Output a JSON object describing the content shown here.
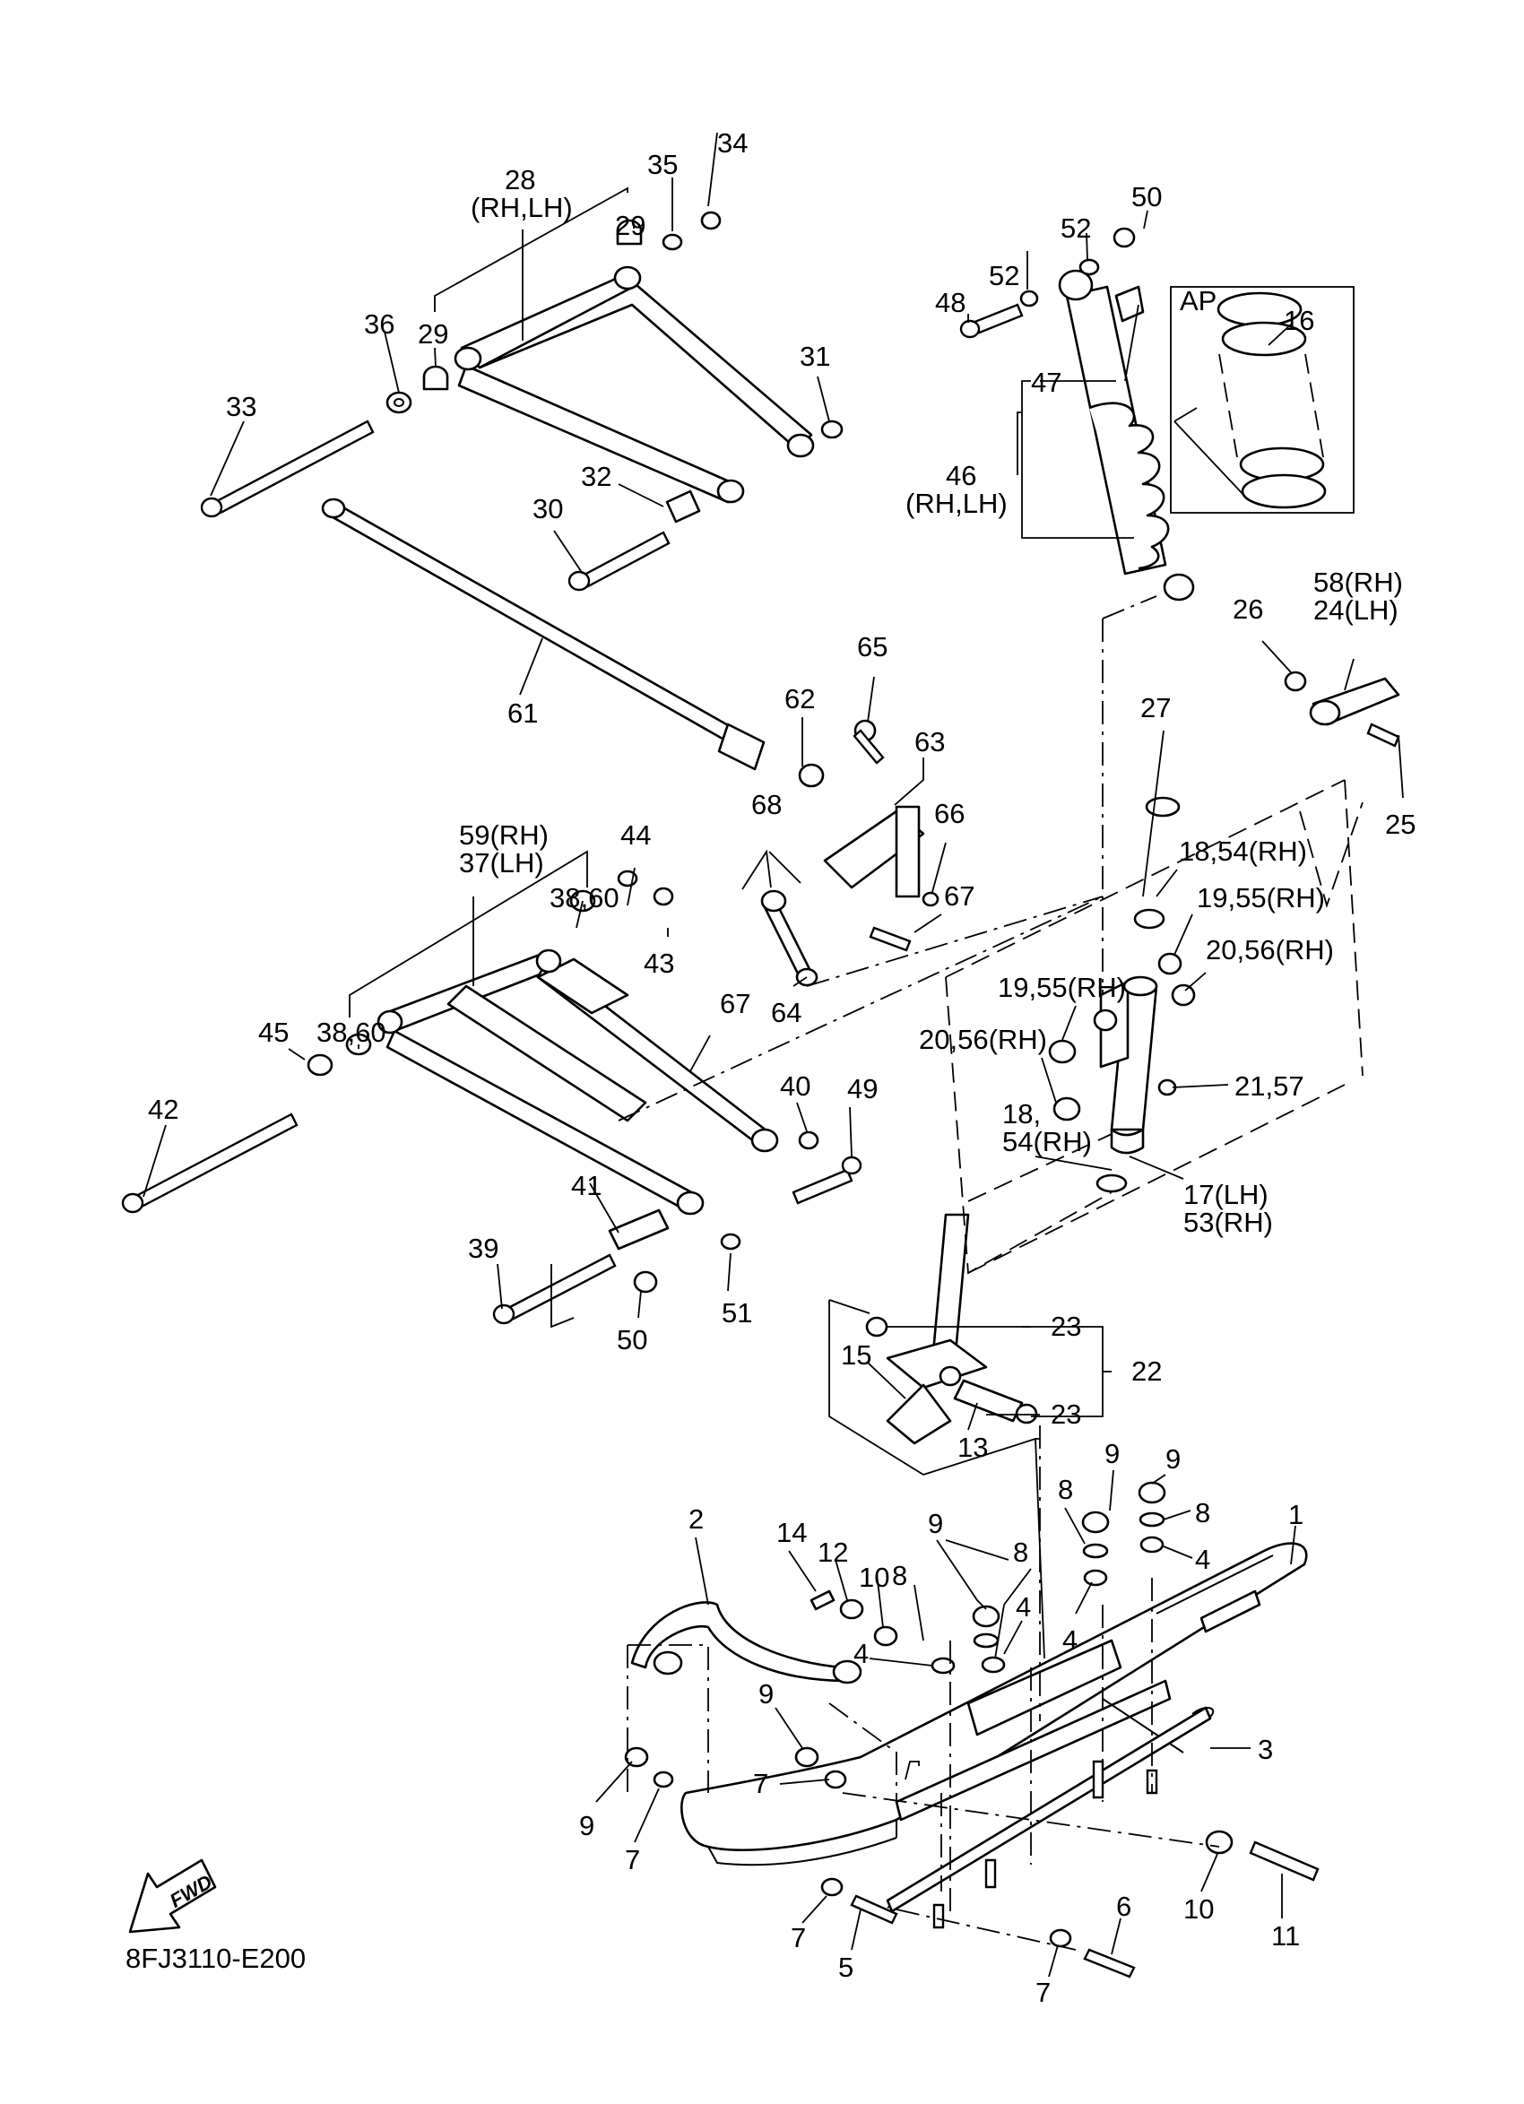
{
  "diagram": {
    "catalog_code": "8FJ3110-E200",
    "fwd_badge": "FWD",
    "inset_label": "AP",
    "callouts": [
      {
        "id": "c34",
        "text": "34"
      },
      {
        "id": "c35",
        "text": "35"
      },
      {
        "id": "c28",
        "text": "28"
      },
      {
        "id": "c28s",
        "text": "(RH,LH)"
      },
      {
        "id": "c29a",
        "text": "29"
      },
      {
        "id": "c36",
        "text": "36"
      },
      {
        "id": "c29b",
        "text": "29"
      },
      {
        "id": "c31",
        "text": "31"
      },
      {
        "id": "c33",
        "text": "33"
      },
      {
        "id": "c32",
        "text": "32"
      },
      {
        "id": "c30",
        "text": "30"
      },
      {
        "id": "c61",
        "text": "61"
      },
      {
        "id": "c50a",
        "text": "50"
      },
      {
        "id": "c52a",
        "text": "52"
      },
      {
        "id": "c52b",
        "text": "52"
      },
      {
        "id": "c48",
        "text": "48"
      },
      {
        "id": "c47",
        "text": "47"
      },
      {
        "id": "c16",
        "text": "16"
      },
      {
        "id": "c46",
        "text": "46"
      },
      {
        "id": "c46s",
        "text": "(RH,LH)"
      },
      {
        "id": "c26",
        "text": "26"
      },
      {
        "id": "c58",
        "text": "58(RH)"
      },
      {
        "id": "c24",
        "text": "24(LH)"
      },
      {
        "id": "c25",
        "text": "25"
      },
      {
        "id": "c27",
        "text": "27"
      },
      {
        "id": "c65",
        "text": "65"
      },
      {
        "id": "c62",
        "text": "62"
      },
      {
        "id": "c63",
        "text": "63"
      },
      {
        "id": "c68",
        "text": "68"
      },
      {
        "id": "c66",
        "text": "66"
      },
      {
        "id": "c67a",
        "text": "67"
      },
      {
        "id": "c64",
        "text": "64"
      },
      {
        "id": "c59",
        "text": "59(RH)"
      },
      {
        "id": "c37",
        "text": "37(LH)"
      },
      {
        "id": "c44",
        "text": "44"
      },
      {
        "id": "c38a",
        "text": "38,60"
      },
      {
        "id": "c43",
        "text": "43"
      },
      {
        "id": "c18a",
        "text": "18,54(RH)"
      },
      {
        "id": "c19a",
        "text": "19,55(RH)"
      },
      {
        "id": "c19b",
        "text": "19,55(RH)"
      },
      {
        "id": "c20a",
        "text": "20,56(RH)"
      },
      {
        "id": "c20b",
        "text": "20,56(RH)"
      },
      {
        "id": "c45",
        "text": "45"
      },
      {
        "id": "c38b",
        "text": "38,60"
      },
      {
        "id": "c67b",
        "text": "67"
      },
      {
        "id": "c21",
        "text": "21,57"
      },
      {
        "id": "c42",
        "text": "42"
      },
      {
        "id": "c40",
        "text": "40"
      },
      {
        "id": "c49",
        "text": "49"
      },
      {
        "id": "c18b",
        "text": "18,"
      },
      {
        "id": "c54b",
        "text": "54(RH)"
      },
      {
        "id": "c17",
        "text": "17(LH)"
      },
      {
        "id": "c53",
        "text": "53(RH)"
      },
      {
        "id": "c41",
        "text": "41"
      },
      {
        "id": "c39",
        "text": "39"
      },
      {
        "id": "c51",
        "text": "51"
      },
      {
        "id": "c50b",
        "text": "50"
      },
      {
        "id": "c23a",
        "text": "23"
      },
      {
        "id": "c15",
        "text": "15"
      },
      {
        "id": "c22",
        "text": "22"
      },
      {
        "id": "c23b",
        "text": "23"
      },
      {
        "id": "c13",
        "text": "13"
      },
      {
        "id": "c9a",
        "text": "9"
      },
      {
        "id": "c9b",
        "text": "9"
      },
      {
        "id": "c8a",
        "text": "8"
      },
      {
        "id": "c8b",
        "text": "8"
      },
      {
        "id": "c4a",
        "text": "4"
      },
      {
        "id": "c2",
        "text": "2"
      },
      {
        "id": "c14",
        "text": "14"
      },
      {
        "id": "c12",
        "text": "12"
      },
      {
        "id": "c10a",
        "text": "10"
      },
      {
        "id": "c9c",
        "text": "9"
      },
      {
        "id": "c8c",
        "text": "8"
      },
      {
        "id": "c8d",
        "text": "8"
      },
      {
        "id": "c4b",
        "text": "4"
      },
      {
        "id": "c4c",
        "text": "4"
      },
      {
        "id": "c4d",
        "text": "4"
      },
      {
        "id": "c1",
        "text": "1"
      },
      {
        "id": "c9d",
        "text": "9"
      },
      {
        "id": "c7a",
        "text": "7"
      },
      {
        "id": "c3",
        "text": "3"
      },
      {
        "id": "c9e",
        "text": "9"
      },
      {
        "id": "c7b",
        "text": "7"
      },
      {
        "id": "c6",
        "text": "6"
      },
      {
        "id": "c10b",
        "text": "10"
      },
      {
        "id": "c11",
        "text": "11"
      },
      {
        "id": "c7c",
        "text": "7"
      },
      {
        "id": "c5",
        "text": "5"
      },
      {
        "id": "c7d",
        "text": "7"
      }
    ]
  }
}
